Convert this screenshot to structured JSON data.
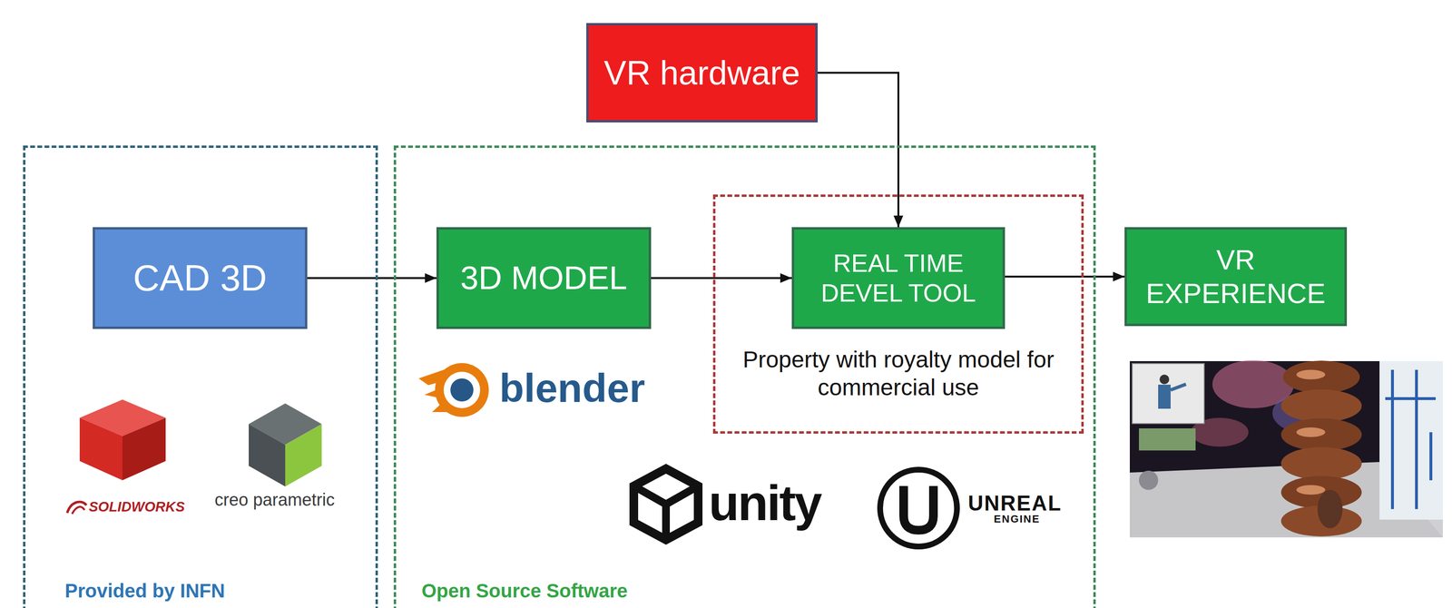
{
  "diagram": {
    "nodes": [
      {
        "text": [
          "VR hardware"
        ]
      },
      {
        "text": [
          "Provided by INFN"
        ]
      },
      {
        "text": [
          "CAD 3D"
        ],
        "in": 1
      },
      {
        "text": [
          "Open Source Software"
        ]
      },
      {
        "text": [
          "3D MODEL"
        ],
        "in": 3
      },
      {
        "text": [
          "Property with royalty model for commercial use"
        ],
        "in": 3
      },
      {
        "text": [
          "REAL TIME DEVEL TOOL"
        ],
        "in": 5
      },
      {
        "text": [
          "VR EXPERIENCE"
        ]
      }
    ],
    "edges": [
      {
        "from": 2,
        "to": 4,
        "arrow": "to"
      },
      {
        "from": 4,
        "to": 6,
        "arrow": "to"
      },
      {
        "from": 0,
        "to": 6,
        "arrow": "to"
      },
      {
        "from": 6,
        "to": 7,
        "arrow": "to"
      }
    ],
    "labels": [
      "SOLIDWORKS",
      "creo parametric",
      "blender",
      "unity",
      "UNREAL",
      "ENGINE"
    ]
  }
}
